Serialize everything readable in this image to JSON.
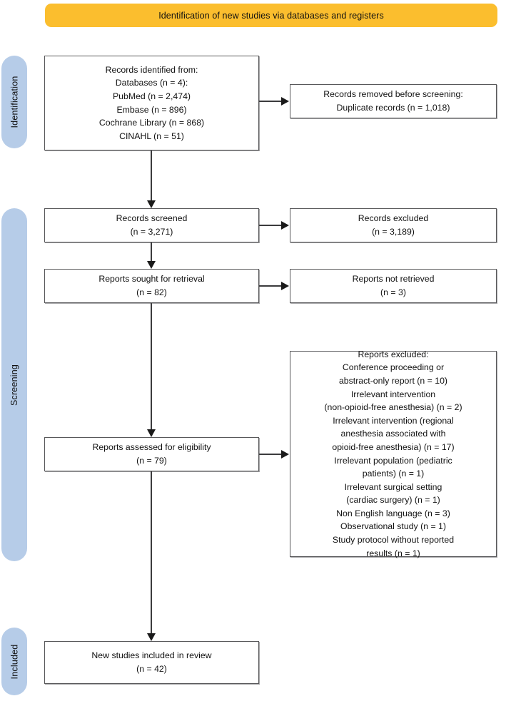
{
  "banner": {
    "title": "Identification of new studies via databases and registers",
    "color": "#FBBE2E"
  },
  "stages": {
    "color": "#B6CCE8",
    "identification": "Identification",
    "screening": "Screening",
    "included": "Included"
  },
  "boxes": {
    "identified": {
      "text": "Records identified from:\nDatabases (n = 4):\nPubMed (n = 2,474)\nEmbase (n = 896)\nCochrane Library (n = 868)\nCINAHL (n = 51)"
    },
    "removed": {
      "text": "Records removed before screening:\nDuplicate records (n = 1,018)"
    },
    "screened": {
      "text": "Records screened\n(n = 3,271)"
    },
    "records_excluded": {
      "text": "Records excluded\n(n = 3,189)"
    },
    "sought": {
      "text": "Reports sought for retrieval\n(n = 82)"
    },
    "not_retrieved": {
      "text": "Reports not retrieved\n(n = 3)"
    },
    "assessed": {
      "text": "Reports assessed for eligibility\n(n = 79)"
    },
    "reports_excluded": {
      "text": "Reports excluded:\nConference proceeding or\nabstract-only report (n = 10)\nIrrelevant intervention\n(non-opioid-free anesthesia) (n = 2)\nIrrelevant intervention (regional\nanesthesia associated with\nopioid-free anesthesia) (n = 17)\nIrrelevant population (pediatric\npatients) (n = 1)\nIrrelevant surgical setting\n(cardiac surgery) (n = 1)\nNon English language (n = 3)\nObservational study (n = 1)\nStudy protocol without reported\nresults (n = 1)"
    },
    "included": {
      "text": "New studies included in review\n(n = 42)"
    }
  },
  "chart_data": {
    "type": "diagram",
    "title": "Identification of new studies via databases and registers",
    "nodes": [
      {
        "id": "identified",
        "stage": "Identification",
        "label": "Records identified from",
        "counts": {
          "databases": 4,
          "PubMed": 2474,
          "Embase": 896,
          "Cochrane Library": 868,
          "CINAHL": 51
        }
      },
      {
        "id": "removed",
        "stage": "Identification",
        "label": "Records removed before screening: Duplicate records",
        "count": 1018
      },
      {
        "id": "screened",
        "stage": "Screening",
        "label": "Records screened",
        "count": 3271
      },
      {
        "id": "records_excluded",
        "stage": "Screening",
        "label": "Records excluded",
        "count": 3189
      },
      {
        "id": "sought",
        "stage": "Screening",
        "label": "Reports sought for retrieval",
        "count": 82
      },
      {
        "id": "not_retrieved",
        "stage": "Screening",
        "label": "Reports not retrieved",
        "count": 3
      },
      {
        "id": "assessed",
        "stage": "Screening",
        "label": "Reports assessed for eligibility",
        "count": 79
      },
      {
        "id": "reports_excluded",
        "stage": "Screening",
        "label": "Reports excluded",
        "reasons": [
          {
            "reason": "Conference proceeding or abstract-only report",
            "n": 10
          },
          {
            "reason": "Irrelevant intervention (non-opioid-free anesthesia)",
            "n": 2
          },
          {
            "reason": "Irrelevant intervention (regional anesthesia associated with opioid-free anesthesia)",
            "n": 17
          },
          {
            "reason": "Irrelevant population (pediatric patients)",
            "n": 1
          },
          {
            "reason": "Irrelevant surgical setting (cardiac surgery)",
            "n": 1
          },
          {
            "reason": "Non English language",
            "n": 3
          },
          {
            "reason": "Observational study",
            "n": 1
          },
          {
            "reason": "Study protocol without reported results",
            "n": 1
          }
        ]
      },
      {
        "id": "included",
        "stage": "Included",
        "label": "New studies included in review",
        "count": 42
      }
    ],
    "edges": [
      {
        "from": "identified",
        "to": "removed",
        "direction": "right"
      },
      {
        "from": "identified",
        "to": "screened",
        "direction": "down"
      },
      {
        "from": "screened",
        "to": "records_excluded",
        "direction": "right"
      },
      {
        "from": "screened",
        "to": "sought",
        "direction": "down"
      },
      {
        "from": "sought",
        "to": "not_retrieved",
        "direction": "right"
      },
      {
        "from": "sought",
        "to": "assessed",
        "direction": "down"
      },
      {
        "from": "assessed",
        "to": "reports_excluded",
        "direction": "right"
      },
      {
        "from": "assessed",
        "to": "included",
        "direction": "down"
      }
    ]
  }
}
